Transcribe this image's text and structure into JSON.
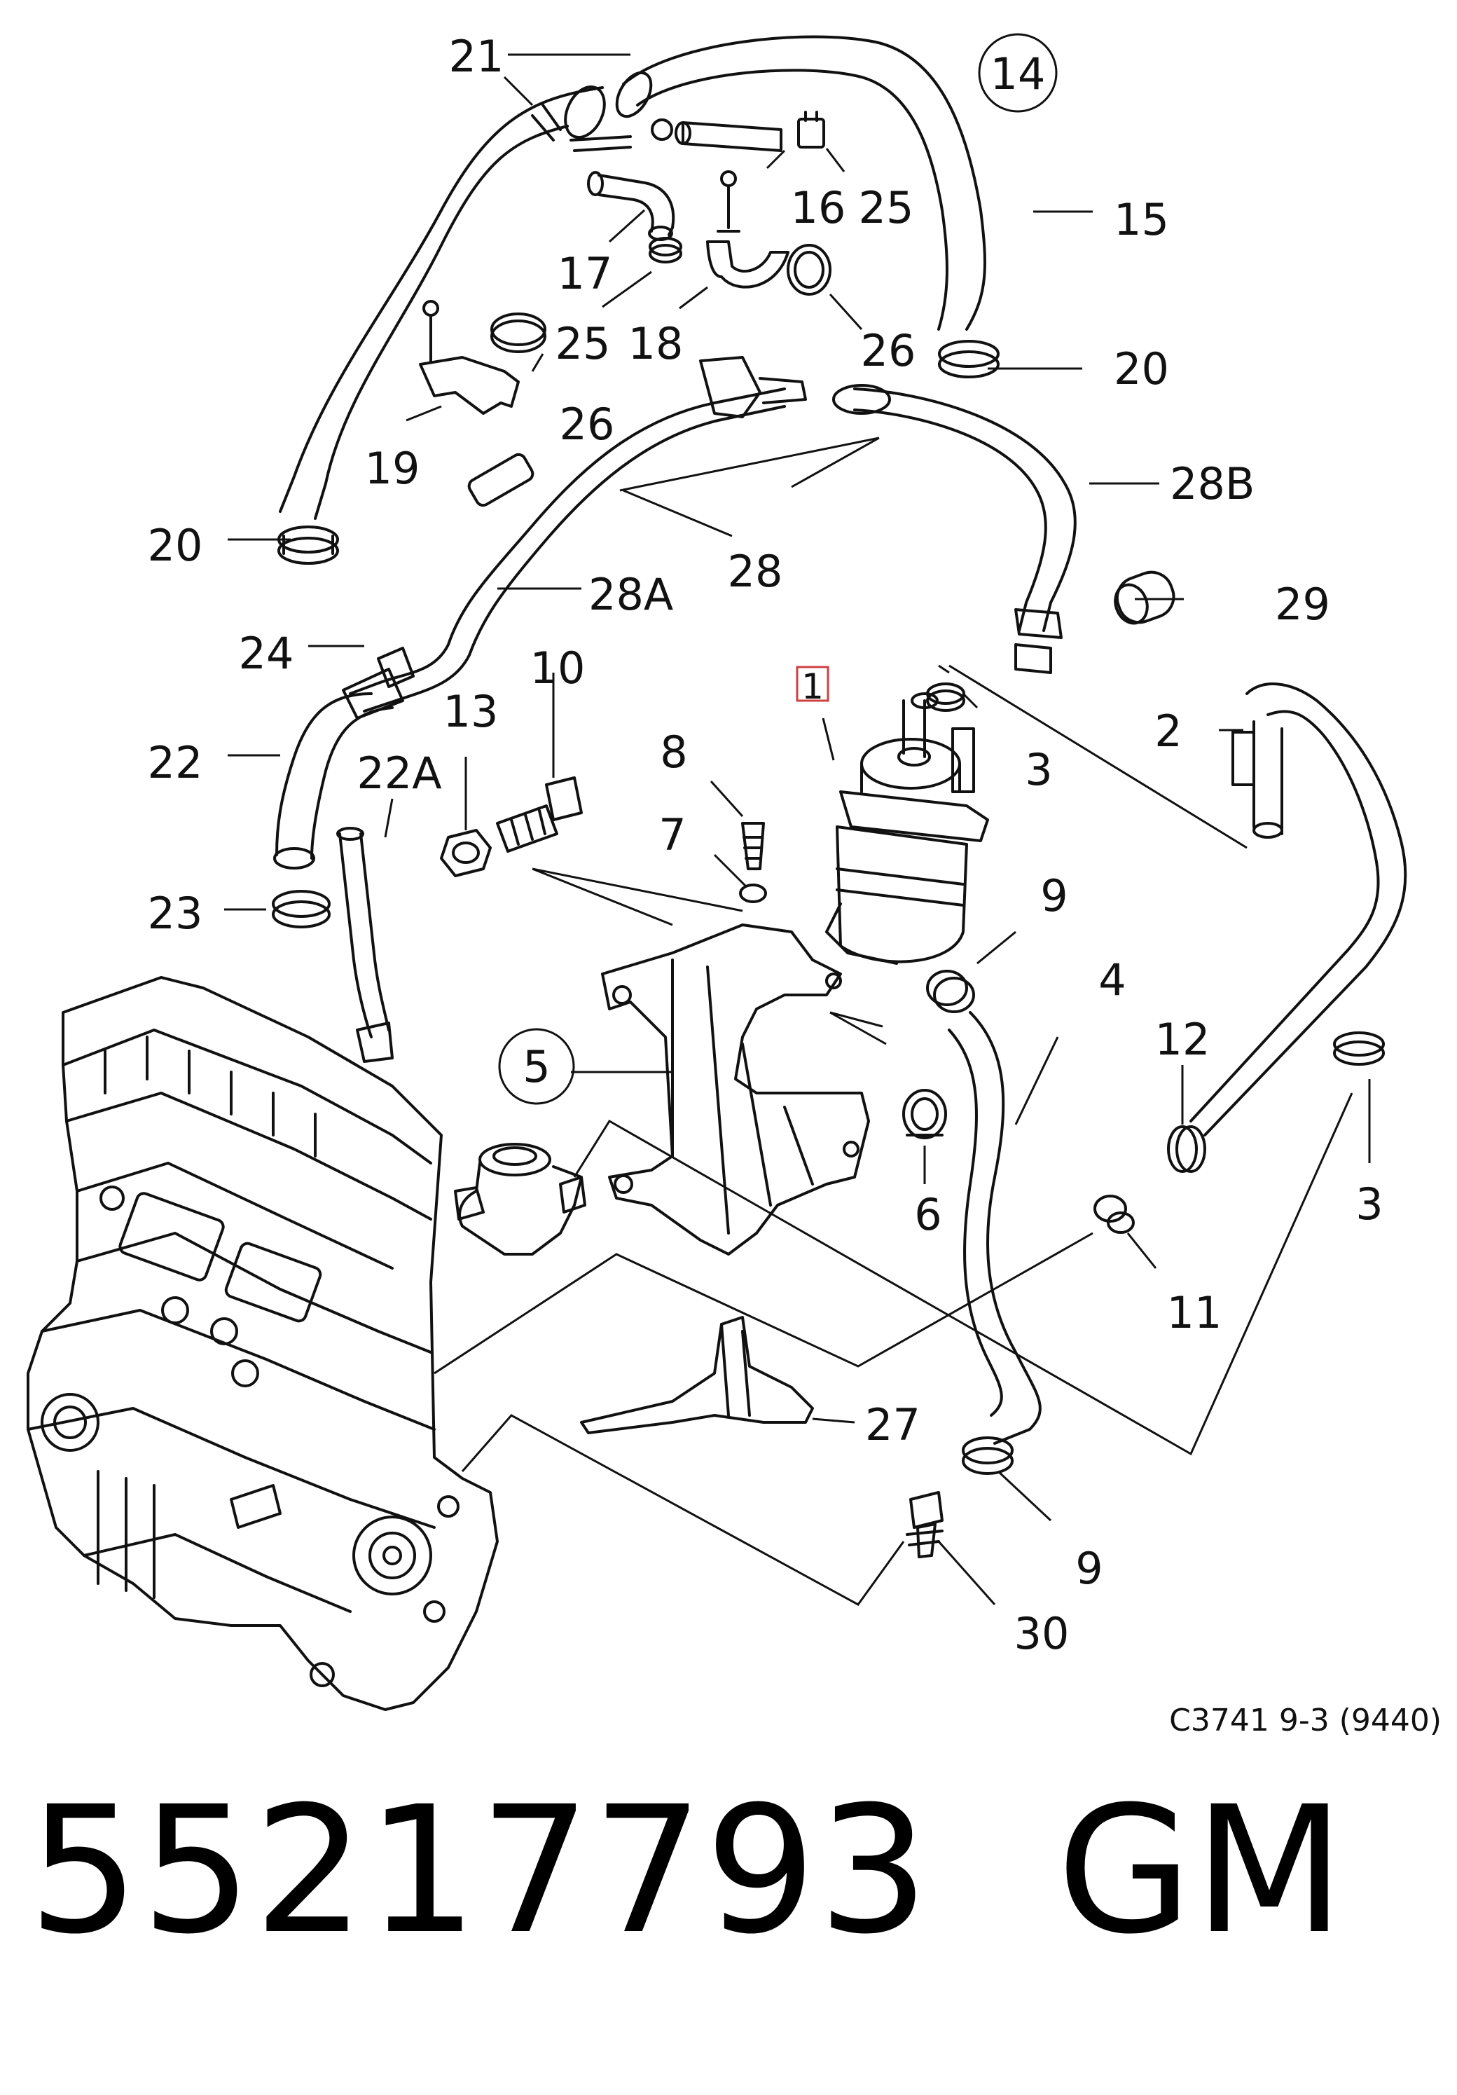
{
  "callouts": [
    {
      "id": "c21",
      "text": "21"
    },
    {
      "id": "c14",
      "text": "14"
    },
    {
      "id": "c16",
      "text": "16"
    },
    {
      "id": "c25a",
      "text": "25"
    },
    {
      "id": "c15",
      "text": "15"
    },
    {
      "id": "c17",
      "text": "17"
    },
    {
      "id": "c25b",
      "text": "25"
    },
    {
      "id": "c18",
      "text": "18"
    },
    {
      "id": "c26a",
      "text": "26"
    },
    {
      "id": "c20a",
      "text": "20"
    },
    {
      "id": "c26b",
      "text": "26"
    },
    {
      "id": "c19",
      "text": "19"
    },
    {
      "id": "c28B",
      "text": "28B"
    },
    {
      "id": "c20b",
      "text": "20"
    },
    {
      "id": "c28",
      "text": "28"
    },
    {
      "id": "c28A",
      "text": "28A"
    },
    {
      "id": "c29",
      "text": "29"
    },
    {
      "id": "c24",
      "text": "24"
    },
    {
      "id": "c10",
      "text": "10"
    },
    {
      "id": "c1",
      "text": "1"
    },
    {
      "id": "c13",
      "text": "13"
    },
    {
      "id": "c2",
      "text": "2"
    },
    {
      "id": "c22",
      "text": "22"
    },
    {
      "id": "c8",
      "text": "8"
    },
    {
      "id": "c3a",
      "text": "3"
    },
    {
      "id": "c22A",
      "text": "22A"
    },
    {
      "id": "c7",
      "text": "7"
    },
    {
      "id": "c23",
      "text": "23"
    },
    {
      "id": "c9a",
      "text": "9"
    },
    {
      "id": "c4",
      "text": "4"
    },
    {
      "id": "c12",
      "text": "12"
    },
    {
      "id": "c5",
      "text": "5"
    },
    {
      "id": "c6",
      "text": "6"
    },
    {
      "id": "c3b",
      "text": "3"
    },
    {
      "id": "c11",
      "text": "11"
    },
    {
      "id": "c27",
      "text": "27"
    },
    {
      "id": "c9b",
      "text": "9"
    },
    {
      "id": "c30",
      "text": "30"
    }
  ],
  "reference_code": "C3741 9-3 (9440)",
  "part_number": "55217793",
  "brand": "GM"
}
